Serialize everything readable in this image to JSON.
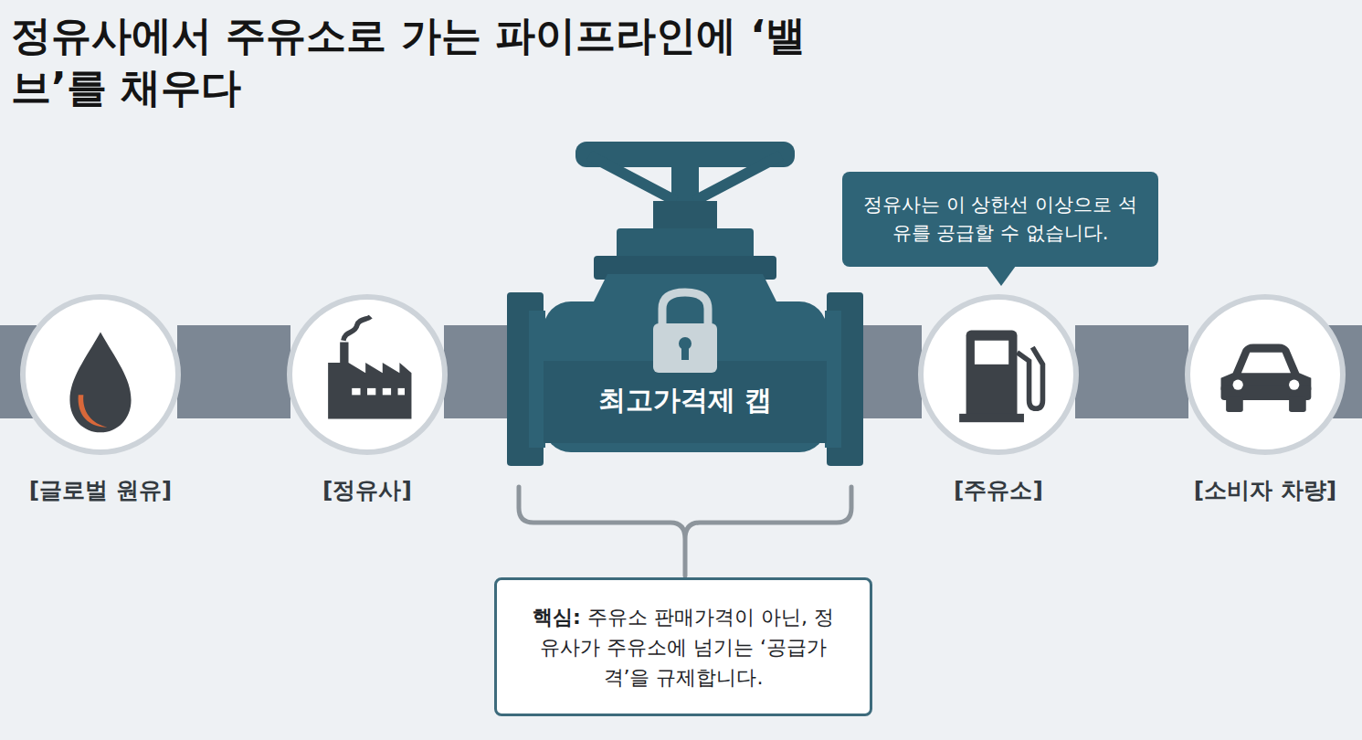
{
  "diagram": {
    "title": "정유사에서 주유소로 가는 파이프라인에 ‘밸브’를 채우다",
    "nodes": [
      {
        "text": [
          "[글로벌 원유]"
        ]
      },
      {
        "text": [
          "[정유사]"
        ]
      },
      {
        "text": [
          "최고가격제 캡"
        ]
      },
      {
        "text": [
          "정유사는 이 상한선 이상으로 석유를 공급할 수 없습니다."
        ]
      },
      {
        "text": [
          "[주유소]"
        ]
      },
      {
        "text": [
          "[소비자 차량]"
        ]
      },
      {
        "text": [
          "핵심:",
          "주유소 판매가격이 아닌, 정유사가 주유소에 넘기는 ‘공급가격’을 규제합니다."
        ]
      }
    ],
    "edges": [
      {
        "from": 0,
        "to": 1,
        "arrow": "none"
      },
      {
        "from": 1,
        "to": 2,
        "arrow": "none"
      },
      {
        "from": 2,
        "to": 4,
        "arrow": "none"
      },
      {
        "from": 4,
        "to": 5,
        "arrow": "none"
      }
    ]
  }
}
